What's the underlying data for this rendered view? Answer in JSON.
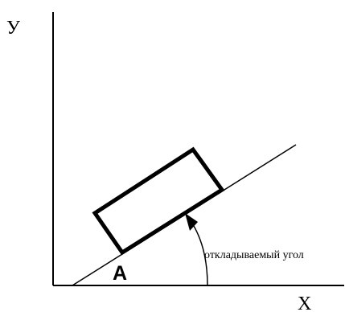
{
  "diagram": {
    "axis_y_label": "У",
    "axis_x_label": "X",
    "point_label": "A",
    "angle_label": "откладываемый угол"
  }
}
